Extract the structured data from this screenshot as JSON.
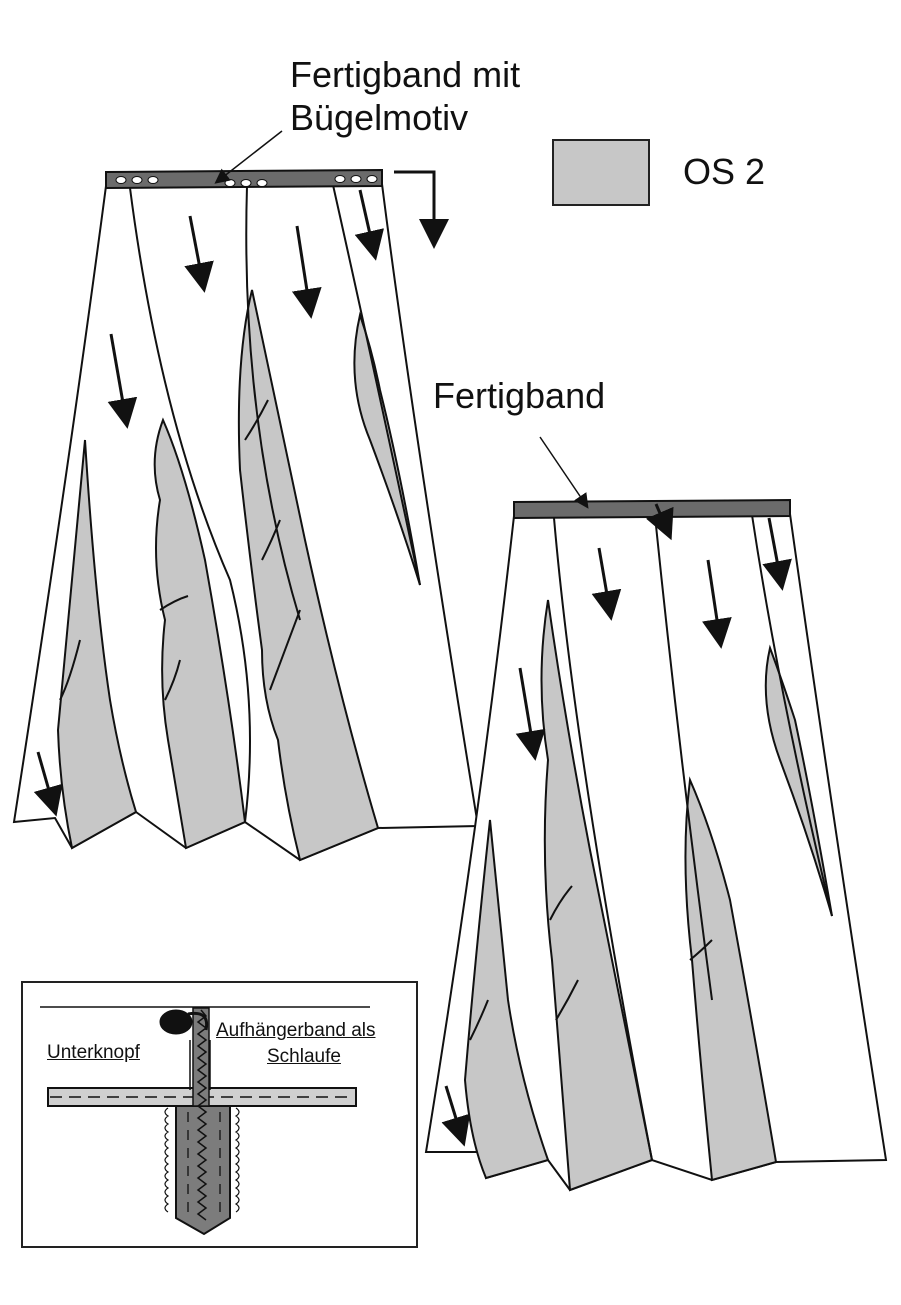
{
  "labels": {
    "top_band": [
      "Fertigband mit",
      "Bügelmotiv"
    ],
    "bottom_band": "Fertigband",
    "legend": "OS 2",
    "inset_left": "Unterknopf",
    "inset_right": [
      "Aufhängerband als",
      "Schlaufe"
    ]
  },
  "colors": {
    "fabric": "#ffffff",
    "lining": "#c7c7c7",
    "band": "#6b6b6b",
    "ink": "#111111"
  }
}
